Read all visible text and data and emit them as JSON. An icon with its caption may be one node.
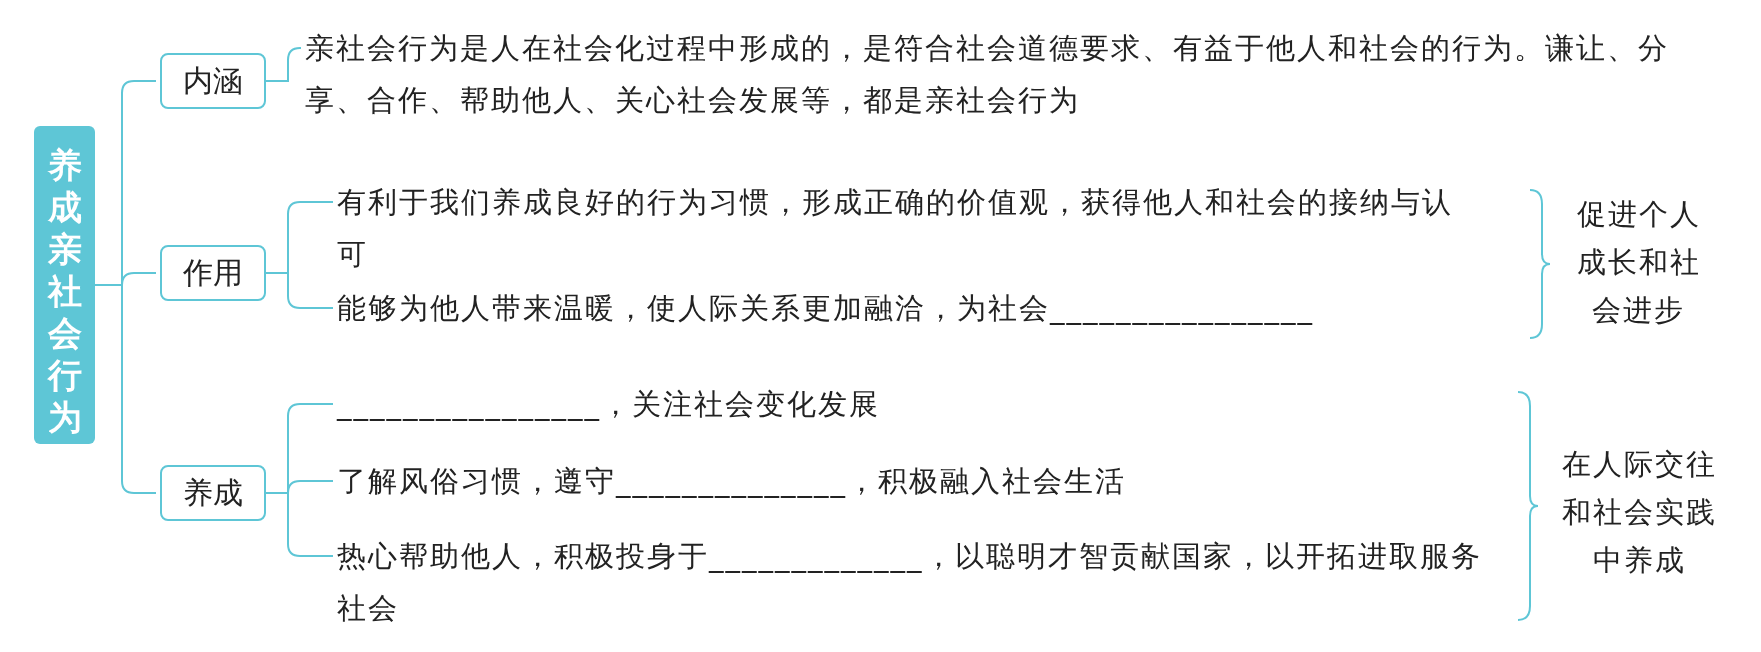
{
  "diagram": {
    "nodes": [
      {
        "text": [
          "养成亲社会行为"
        ]
      },
      {
        "text": [
          "内涵"
        ]
      },
      {
        "text": [
          "亲社会行为是人在社会化过程中形成的，是符合社会道德要求、有益于他人和社会的行为。谦让、分享、合作、帮助他人、关心社会发展等，都是亲社会行为"
        ]
      },
      {
        "text": [
          "作用"
        ]
      },
      {
        "text": [
          "有利于我们养成良好的行为习惯，形成正确的价值观，获得他人和社会的接纳与认可"
        ]
      },
      {
        "text": [
          "能够为他人带来温暖，使人际关系更加融洽，为社会________________"
        ]
      },
      {
        "text": [
          "养成"
        ]
      },
      {
        "text": [
          "________________，关注社会变化发展"
        ]
      },
      {
        "text": [
          "了解风俗习惯，遵守______________，积极融入社会生活"
        ]
      },
      {
        "text": [
          "热心帮助他人，积极投身于_____________，以聪明才智贡献国家，以开拓进取服务社会"
        ]
      }
    ],
    "edges": [
      {
        "from": 0,
        "to": 1,
        "arrow": "none"
      },
      {
        "from": 0,
        "to": 3,
        "arrow": "none"
      },
      {
        "from": 0,
        "to": 6,
        "arrow": "none"
      },
      {
        "from": 1,
        "to": 2,
        "arrow": "none"
      },
      {
        "from": 3,
        "to": 4,
        "arrow": "none"
      },
      {
        "from": 3,
        "to": 5,
        "arrow": "none"
      },
      {
        "from": 6,
        "to": 7,
        "arrow": "none"
      },
      {
        "from": 6,
        "to": 8,
        "arrow": "none"
      },
      {
        "from": 6,
        "to": 9,
        "arrow": "none"
      }
    ],
    "labels": [
      "促进个人成长和社会进步",
      "在人际交往和社会实践中养成"
    ]
  }
}
